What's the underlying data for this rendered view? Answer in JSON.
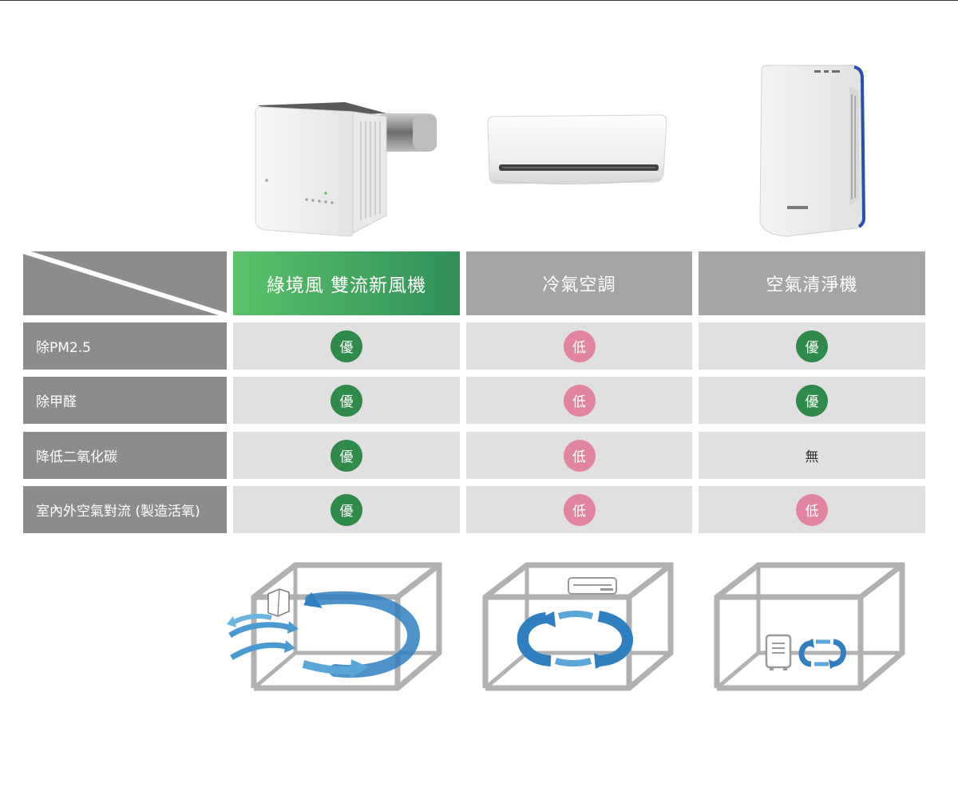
{
  "table": {
    "columns": [
      {
        "label": "綠境風 雙流新風機",
        "style": "green"
      },
      {
        "label": "冷氣空調",
        "style": "gray"
      },
      {
        "label": "空氣清淨機",
        "style": "gray"
      }
    ],
    "rows": [
      {
        "label": "除PM2.5",
        "values": [
          {
            "text": "優",
            "type": "good"
          },
          {
            "text": "低",
            "type": "low"
          },
          {
            "text": "優",
            "type": "good"
          }
        ]
      },
      {
        "label": "除甲醛",
        "values": [
          {
            "text": "優",
            "type": "good"
          },
          {
            "text": "低",
            "type": "low"
          },
          {
            "text": "優",
            "type": "good"
          }
        ]
      },
      {
        "label": "降低二氧化碳",
        "values": [
          {
            "text": "優",
            "type": "good"
          },
          {
            "text": "低",
            "type": "low"
          },
          {
            "text": "無",
            "type": "none"
          }
        ]
      },
      {
        "label": "室內外空氣對流 (製造活氧)",
        "values": [
          {
            "text": "優",
            "type": "good"
          },
          {
            "text": "低",
            "type": "low"
          },
          {
            "text": "低",
            "type": "low"
          }
        ]
      }
    ]
  },
  "colors": {
    "good_badge": "#2e8b4a",
    "low_badge": "#e0849f",
    "header_green_start": "#5cc26a",
    "header_green_end": "#2f8f58",
    "header_gray": "#a5a5a5",
    "label_gray": "#8c8c8c",
    "cell_bg": "#e0e0e0",
    "flow_blue": "#3a8cc8"
  },
  "icons": {
    "products": [
      "fresh-air-unit-image",
      "wall-air-conditioner-image",
      "air-purifier-image"
    ],
    "illustrations": [
      "room-cross-ventilation-icon",
      "room-recirculation-ac-icon",
      "room-purifier-recirculation-icon"
    ]
  }
}
